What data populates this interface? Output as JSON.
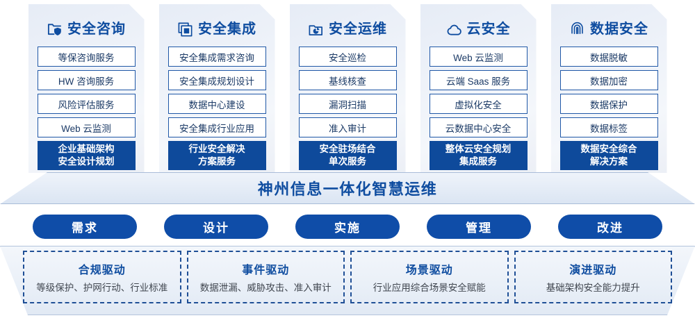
{
  "columns": [
    {
      "icon": "folder-shield-icon",
      "title": "安全咨询",
      "items": [
        "等保咨询服务",
        "HW 咨询服务",
        "风险评估服务",
        "Web 云监测"
      ],
      "footer": [
        "企业基础架构",
        "安全设计规划"
      ]
    },
    {
      "icon": "stacked-documents-icon",
      "title": "安全集成",
      "items": [
        "安全集成需求咨询",
        "安全集成规划设计",
        "数据中心建设",
        "安全集成行业应用"
      ],
      "footer": [
        "行业安全解决",
        "方案服务"
      ]
    },
    {
      "icon": "folder-chart-icon",
      "title": "安全运维",
      "items": [
        "安全巡检",
        "基线核查",
        "漏洞扫描",
        "准入审计"
      ],
      "footer": [
        "安全驻场结合",
        "单次服务"
      ]
    },
    {
      "icon": "cloud-icon",
      "title": "云安全",
      "items": [
        "Web 云监测",
        "云端 Saas 服务",
        "虚拟化安全",
        "云数据中心安全"
      ],
      "footer": [
        "整体云安全规划",
        "集成服务"
      ]
    },
    {
      "icon": "fingerprint-icon",
      "title": "数据安全",
      "items": [
        "数据脱敏",
        "数据加密",
        "数据保护",
        "数据标签"
      ],
      "footer": [
        "数据安全综合",
        "解决方案"
      ]
    }
  ],
  "banner": {
    "title": "神州信息一体化智慧运维"
  },
  "phases": [
    {
      "label": "需求"
    },
    {
      "label": "设计"
    },
    {
      "label": "实施"
    },
    {
      "label": "管理"
    },
    {
      "label": "改进"
    }
  ],
  "drivers": [
    {
      "title": "合规驱动",
      "desc": "等级保护、护网行动、行业标准"
    },
    {
      "title": "事件驱动",
      "desc": "数据泄漏、威胁攻击、准入审计"
    },
    {
      "title": "场景驱动",
      "desc": "行业应用综合场景安全赋能"
    },
    {
      "title": "演进驱动",
      "desc": "基础架构安全能力提升"
    }
  ],
  "colors": {
    "brand_blue": "#0f4da0",
    "dark_blue": "#0e4a9b",
    "pill_blue": "#0f4da8",
    "item_border": "#1f57a6",
    "dashed_border": "#1f4f96"
  }
}
